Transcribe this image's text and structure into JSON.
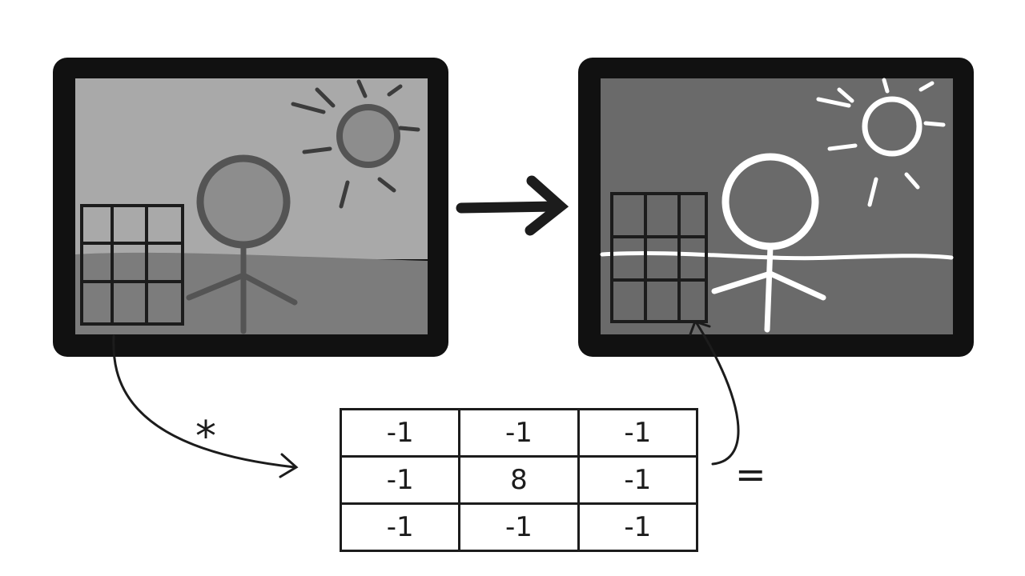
{
  "operators": {
    "convolve": "*",
    "equals": "="
  },
  "kernel": {
    "rows": [
      [
        "-1",
        "-1",
        "-1"
      ],
      [
        "-1",
        "8",
        "-1"
      ],
      [
        "-1",
        "-1",
        "-1"
      ]
    ]
  },
  "colors": {
    "frame": "#111111",
    "sky": "#a9a9a9",
    "ground": "#7c7c7c",
    "outline": "#545454",
    "fill": "#8d8d8d",
    "edge_background": "#6a6a6a",
    "edge_lines": "#ffffff",
    "ink": "#1c1c1c"
  },
  "icons": [
    "right-arrow-icon",
    "curved-arrow-icon",
    "grid-icon",
    "sun-icon",
    "stick-figure-icon"
  ]
}
